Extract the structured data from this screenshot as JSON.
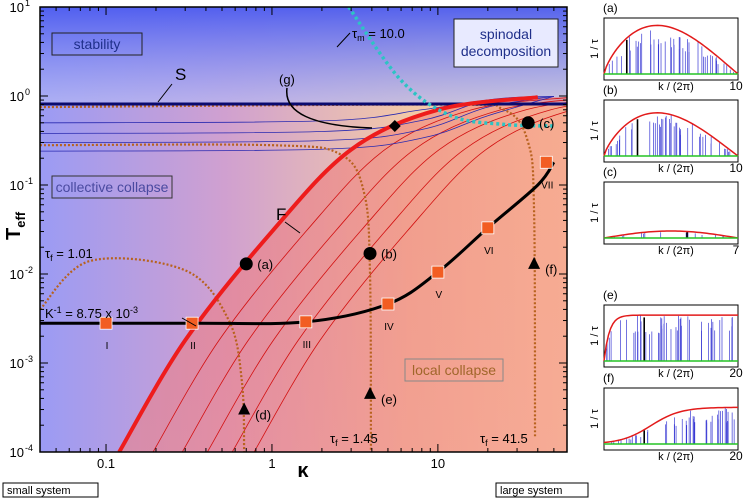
{
  "chart_data": [
    {
      "type": "line",
      "xscale": "log",
      "yscale": "log",
      "xlim": [
        0.04,
        60
      ],
      "ylim": [
        0.0001,
        10
      ],
      "xlabel": "κ",
      "ylabel": "T",
      "ylabel_sub": "eff",
      "xticks": [
        {
          "value": 0.1,
          "label": "0.1"
        },
        {
          "value": 1,
          "label": "1"
        },
        {
          "value": 10,
          "label": "10"
        }
      ],
      "yticks": [
        {
          "value": 0.0001,
          "base": "10",
          "exp": "-4"
        },
        {
          "value": 0.001,
          "base": "10",
          "exp": "-3"
        },
        {
          "value": 0.01,
          "base": "10",
          "exp": "-2"
        },
        {
          "value": 0.1,
          "base": "10",
          "exp": "-1"
        },
        {
          "value": 1,
          "base": "10",
          "exp": "0"
        },
        {
          "value": 10,
          "base": "10",
          "exp": "1"
        }
      ],
      "regions": [
        {
          "label": "stability",
          "color": "#1f2f8a"
        },
        {
          "label": "spinodal decomposition",
          "color": "#1f2f8a"
        },
        {
          "label": "collective collapse",
          "color": "#4a4aa0"
        },
        {
          "label": "local collapse",
          "color": "#a0662a"
        }
      ],
      "curve_labels": {
        "S": "S",
        "F": "F",
        "tau_m": "τm = 10.0",
        "tau_f1": "τf = 1.01",
        "tau_f2": "τf = 1.45",
        "tau_f3": "τf = 41.5",
        "K": "K⁻¹ = 8.75 x 10⁻³"
      },
      "series": [
        {
          "name": "F",
          "color": "#ee1c1c",
          "points": [
            [
              0.12,
              0.0001
            ],
            [
              0.3,
              0.0018
            ],
            [
              1,
              0.03
            ],
            [
              3,
              0.25
            ],
            [
              10,
              0.7
            ],
            [
              40,
              0.97
            ]
          ]
        },
        {
          "name": "K⁻¹ = 8.75 x 10⁻³",
          "color": "#000000",
          "points": [
            [
              0.04,
              0.0028
            ],
            [
              0.33,
              0.0028
            ],
            [
              1.6,
              0.0029
            ],
            [
              5,
              0.0046
            ],
            [
              10,
              0.0105
            ],
            [
              20,
              0.033
            ],
            [
              40,
              0.1
            ],
            [
              50,
              0.18
            ]
          ]
        },
        {
          "name": "τm = 10.0",
          "color": "#2cc4c4",
          "points": [
            [
              2.9,
              10
            ],
            [
              6,
              1.5
            ],
            [
              12,
              0.6
            ],
            [
              25,
              0.48
            ],
            [
              50,
              0.46
            ]
          ]
        }
      ],
      "markers_squares": [
        {
          "label": "I",
          "x": 0.1,
          "y": 0.0028
        },
        {
          "label": "II",
          "x": 0.33,
          "y": 0.0028
        },
        {
          "label": "III",
          "x": 1.6,
          "y": 0.0029
        },
        {
          "label": "IV",
          "x": 5,
          "y": 0.0046
        },
        {
          "label": "V",
          "x": 10,
          "y": 0.0105
        },
        {
          "label": "VI",
          "x": 20,
          "y": 0.033
        },
        {
          "label": "VII",
          "x": 45,
          "y": 0.18
        }
      ],
      "markers_circles": [
        {
          "label": "(a)",
          "x": 0.7,
          "y": 0.013
        },
        {
          "label": "(b)",
          "x": 3.9,
          "y": 0.017
        },
        {
          "label": "(c)",
          "x": 35,
          "y": 0.5
        }
      ],
      "markers_triangles": [
        {
          "label": "(d)",
          "x": 0.68,
          "y": 0.0003
        },
        {
          "label": "(e)",
          "x": 3.9,
          "y": 0.00045
        },
        {
          "label": "(f)",
          "x": 38,
          "y": 0.013
        }
      ],
      "marker_diamond": {
        "label": "(g)",
        "x": 5.5,
        "y": 0.46
      },
      "footer_left": "small system",
      "footer_right": "large system"
    },
    {
      "panel": "(a)",
      "type": "line",
      "xlabel": "k / (2π)",
      "ylabel": "1 / τ",
      "xmax_label": "10"
    },
    {
      "panel": "(b)",
      "type": "line",
      "xlabel": "k / (2π)",
      "ylabel": "1 / τ",
      "xmax_label": "10"
    },
    {
      "panel": "(c)",
      "type": "line",
      "xlabel": "k / (2π)",
      "ylabel": "1 / τ",
      "xmax_label": "7"
    },
    {
      "panel": "(e)",
      "type": "line",
      "xlabel": "k / (2π)",
      "ylabel": "1 / τ",
      "xmax_label": "20"
    },
    {
      "panel": "(f)",
      "type": "line",
      "xlabel": "k / (2π)",
      "ylabel": "1 / τ",
      "xmax_label": "20"
    }
  ]
}
